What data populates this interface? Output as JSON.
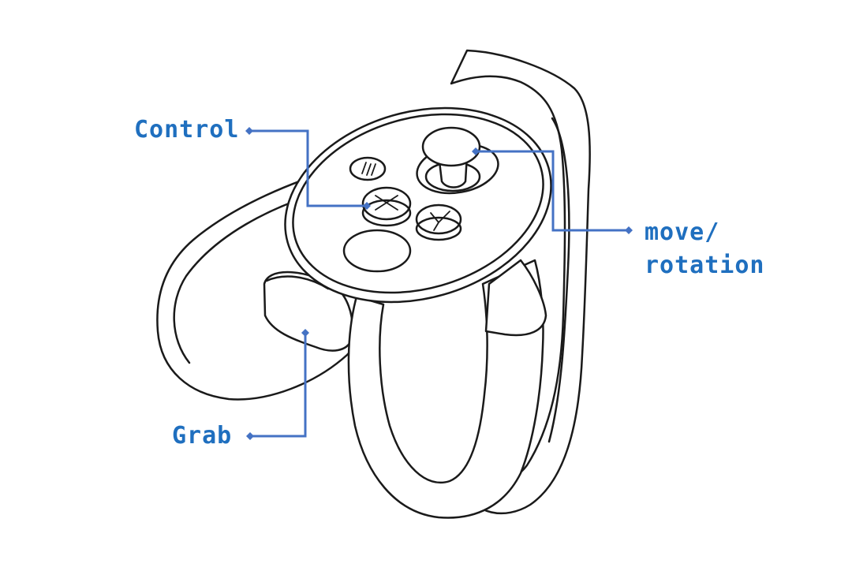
{
  "colors": {
    "callout": "#1f6fbf",
    "leader": "#4472c4",
    "outline": "#1a1a1a",
    "fill": "#ffffff"
  },
  "callouts": {
    "control": "Control",
    "move": "move/",
    "rotation": "rotation",
    "grab": "Grab"
  }
}
